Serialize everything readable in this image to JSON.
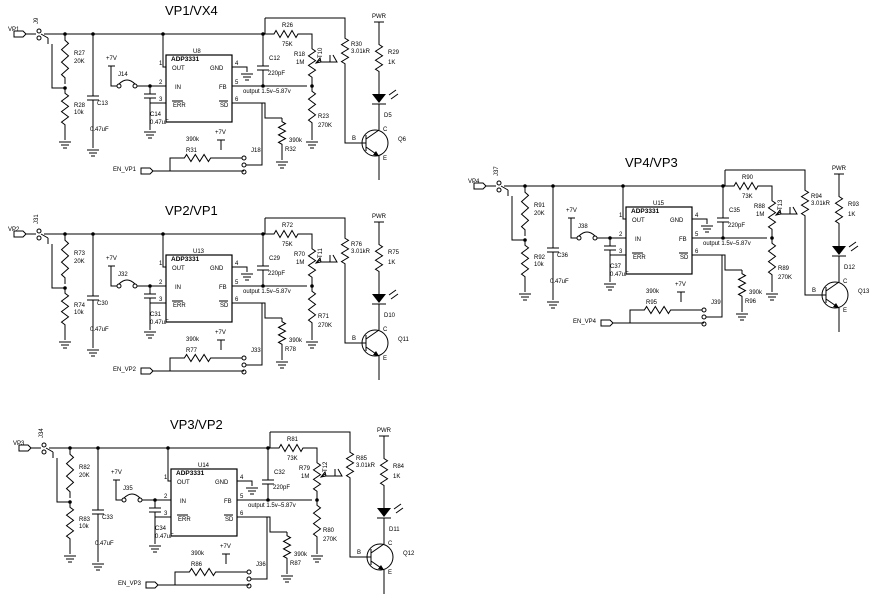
{
  "circuits": [
    {
      "title": "VP1/VX4",
      "in_label": "VP1",
      "jin": "J9",
      "ic_ref": "U8",
      "ic_part": "ADP3331",
      "r_top": {
        "ref": "R27",
        "val": "20K"
      },
      "r_bot": {
        "ref": "R28",
        "val": "10k"
      },
      "c_in": {
        "ref": "C13",
        "val": "0.47uF"
      },
      "jmp": "J14",
      "c_ic": {
        "ref": "C14",
        "val": "0.47uF"
      },
      "r_fb_top": {
        "ref": "R26",
        "val": "75K"
      },
      "c_fb": {
        "ref": "C12",
        "val": "220pF"
      },
      "pot": {
        "ref": "R18",
        "val": "1M"
      },
      "pot_pin": "T10",
      "r_fb_bot": {
        "ref": "R23",
        "val": "270K"
      },
      "r_base": {
        "ref": "R30",
        "val": "3.01kR"
      },
      "r_led": {
        "ref": "R29",
        "val": "1K"
      },
      "led": "D5",
      "trans": "Q6",
      "r_sd": {
        "ref": "R32",
        "val": "390k"
      },
      "r_en": {
        "ref": "R31",
        "val": "390k"
      },
      "jen": "J18",
      "en_label": "EN_VP1"
    },
    {
      "title": "VP2/VP1",
      "in_label": "VP2",
      "jin": "J31",
      "ic_ref": "U13",
      "ic_part": "ADP3331",
      "r_top": {
        "ref": "R73",
        "val": "20K"
      },
      "r_bot": {
        "ref": "R74",
        "val": "10k"
      },
      "c_in": {
        "ref": "C30",
        "val": "0.47uF"
      },
      "jmp": "J32",
      "c_ic": {
        "ref": "C31",
        "val": "0.47uF"
      },
      "r_fb_top": {
        "ref": "R72",
        "val": "75K"
      },
      "c_fb": {
        "ref": "C29",
        "val": "220pF"
      },
      "pot": {
        "ref": "R70",
        "val": "1M"
      },
      "pot_pin": "T11",
      "r_fb_bot": {
        "ref": "R71",
        "val": "270K"
      },
      "r_base": {
        "ref": "R76",
        "val": "3.01kR"
      },
      "r_led": {
        "ref": "R75",
        "val": "1K"
      },
      "led": "D10",
      "trans": "Q11",
      "r_sd": {
        "ref": "R78",
        "val": "390k"
      },
      "r_en": {
        "ref": "R77",
        "val": "390k"
      },
      "jen": "J33",
      "en_label": "EN_VP2"
    },
    {
      "title": "VP3/VP2",
      "in_label": "VP3",
      "jin": "J34",
      "ic_ref": "U14",
      "ic_part": "ADP3331",
      "r_top": {
        "ref": "R82",
        "val": "20K"
      },
      "r_bot": {
        "ref": "R83",
        "val": "10k"
      },
      "c_in": {
        "ref": "C33",
        "val": "0.47uF"
      },
      "jmp": "J35",
      "c_ic": {
        "ref": "C34",
        "val": "0.47uF"
      },
      "r_fb_top": {
        "ref": "R81",
        "val": "73K"
      },
      "c_fb": {
        "ref": "C32",
        "val": "220pF"
      },
      "pot": {
        "ref": "R79",
        "val": "1M"
      },
      "pot_pin": "T12",
      "r_fb_bot": {
        "ref": "R80",
        "val": "270K"
      },
      "r_base": {
        "ref": "R85",
        "val": "3.01kR"
      },
      "r_led": {
        "ref": "R84",
        "val": "1K"
      },
      "led": "D11",
      "trans": "Q12",
      "r_sd": {
        "ref": "R87",
        "val": "390k"
      },
      "r_en": {
        "ref": "R86",
        "val": "390k"
      },
      "jen": "J36",
      "en_label": "EN_VP3"
    },
    {
      "title": "VP4/VP3",
      "in_label": "VP4",
      "jin": "J37",
      "ic_ref": "U15",
      "ic_part": "ADP3331",
      "r_top": {
        "ref": "R91",
        "val": "20K"
      },
      "r_bot": {
        "ref": "R92",
        "val": "10k"
      },
      "c_in": {
        "ref": "C36",
        "val": "0.47uF"
      },
      "jmp": "J38",
      "c_ic": {
        "ref": "C37",
        "val": "0.47uF"
      },
      "r_fb_top": {
        "ref": "R90",
        "val": "73K"
      },
      "c_fb": {
        "ref": "C35",
        "val": "220pF"
      },
      "pot": {
        "ref": "R88",
        "val": "1M"
      },
      "pot_pin": "T13",
      "r_fb_bot": {
        "ref": "R89",
        "val": "270K"
      },
      "r_base": {
        "ref": "R94",
        "val": "3.01kR"
      },
      "r_led": {
        "ref": "R93",
        "val": "1K"
      },
      "led": "D12",
      "trans": "Q13",
      "r_sd": {
        "ref": "R96",
        "val": "390k"
      },
      "r_en": {
        "ref": "R95",
        "val": "390k"
      },
      "jen": "J39",
      "en_label": "EN_VP4"
    }
  ],
  "common": {
    "supply": "+7V",
    "pwr": "PWR",
    "output_note": "output  1.5v–5.87v",
    "pin_out": "OUT",
    "pin_gnd": "GND",
    "pin_in": "IN",
    "pin_fb": "FB",
    "pin_err": "ERR",
    "pin_sd": "SD",
    "pin_nums": [
      "1",
      "2",
      "3",
      "4",
      "5",
      "6"
    ],
    "bjt_b": "B",
    "bjt_c": "C",
    "bjt_e": "E"
  }
}
